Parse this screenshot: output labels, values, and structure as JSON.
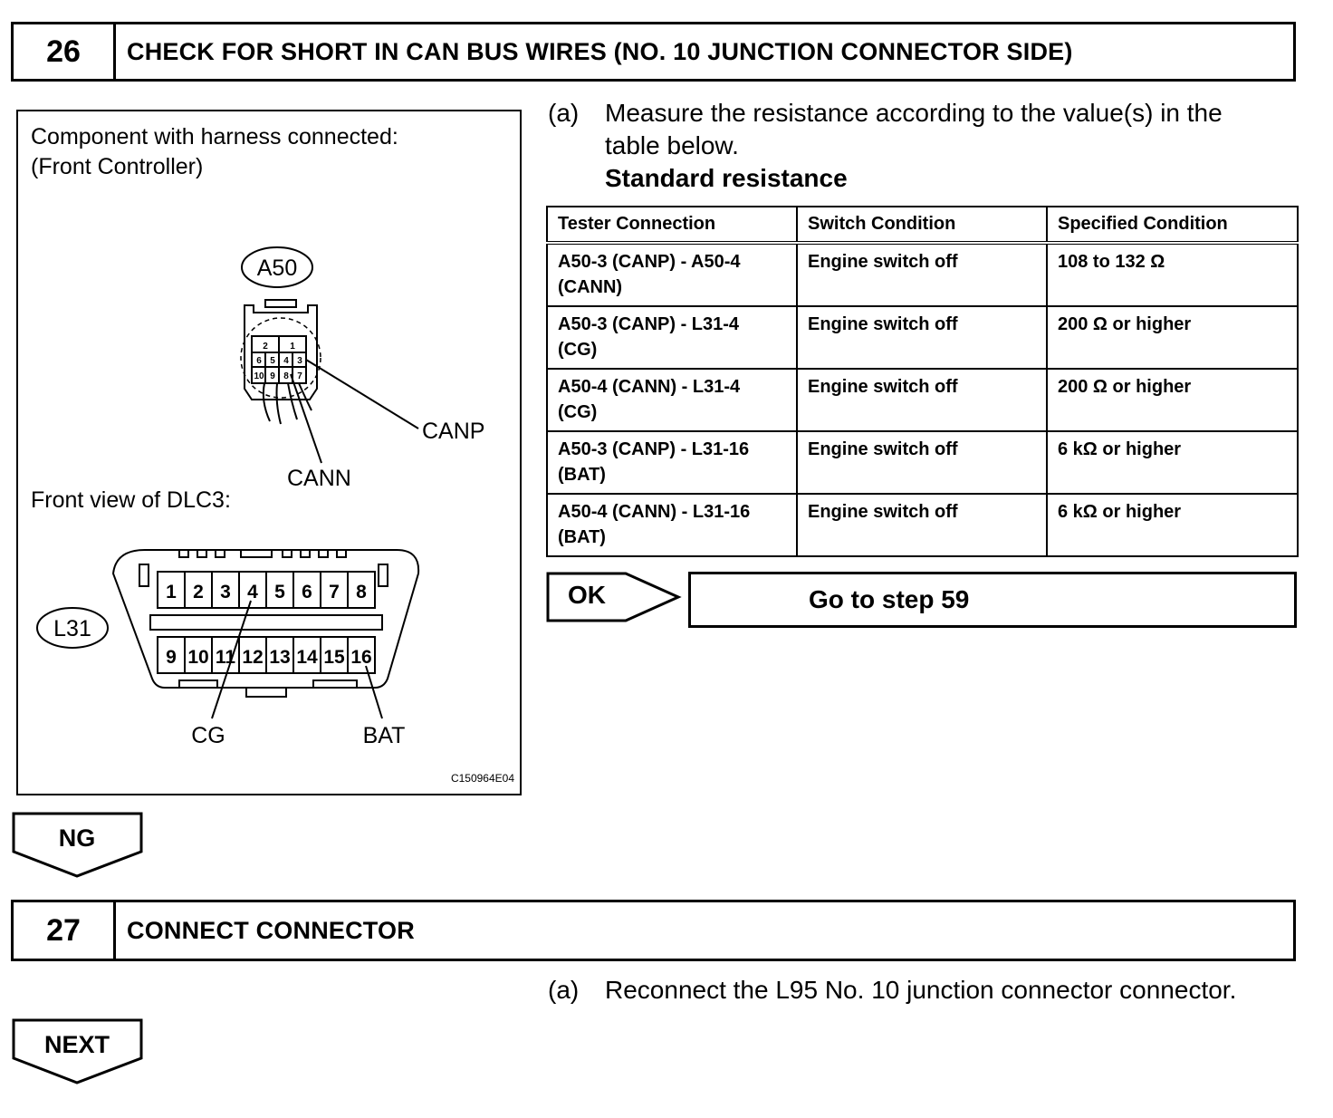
{
  "step26": {
    "number": "26",
    "title": "CHECK FOR SHORT IN CAN BUS WIRES (NO. 10 JUNCTION CONNECTOR SIDE)",
    "figure": {
      "caption_line1": "Component with harness connected:",
      "caption_line2": "(Front Controller)",
      "connector1_label": "A50",
      "connector1_pins": [
        "2",
        "1",
        "6",
        "5",
        "4",
        "3",
        "10",
        "9",
        "8",
        "7"
      ],
      "canp_label": "CANP",
      "cann_label": "CANN",
      "dlc_caption": "Front view of DLC3:",
      "connector2_label": "L31",
      "dlc_pins_top": [
        "1",
        "2",
        "3",
        "4",
        "5",
        "6",
        "7",
        "8"
      ],
      "dlc_pins_bottom": [
        "9",
        "10",
        "11",
        "12",
        "13",
        "14",
        "15",
        "16"
      ],
      "cg_label": "CG",
      "bat_label": "BAT",
      "figure_code": "C150964E04"
    },
    "instruction": {
      "letter": "(a)",
      "text_line1": "Measure the resistance according to the value(s) in the",
      "text_line2": "table below.",
      "subheading": "Standard resistance"
    },
    "table": {
      "headers": [
        "Tester Connection",
        "Switch Condition",
        "Specified Condition"
      ],
      "rows": [
        {
          "connection_1": "A50-3 (CANP) - A50-4",
          "connection_2": "(CANN)",
          "switch": "Engine switch off",
          "spec": "108 to 132 Ω"
        },
        {
          "connection_1": "A50-3 (CANP) - L31-4",
          "connection_2": "(CG)",
          "switch": "Engine switch off",
          "spec": "200 Ω or higher"
        },
        {
          "connection_1": "A50-4 (CANN) - L31-4",
          "connection_2": "(CG)",
          "switch": "Engine switch off",
          "spec": "200 Ω or higher"
        },
        {
          "connection_1": "A50-3 (CANP) - L31-16",
          "connection_2": "(BAT)",
          "switch": "Engine switch off",
          "spec": "6 kΩ or higher"
        },
        {
          "connection_1": "A50-4 (CANN) - L31-16",
          "connection_2": "(BAT)",
          "switch": "Engine switch off",
          "spec": "6 kΩ or higher"
        }
      ]
    },
    "ok_label": "OK",
    "goto_text": "Go to step 59",
    "ng_label": "NG"
  },
  "step27": {
    "number": "27",
    "title": "CONNECT CONNECTOR",
    "instruction_letter": "(a)",
    "instruction_text": "Reconnect the L95 No. 10 junction connector connector.",
    "next_label": "NEXT"
  }
}
